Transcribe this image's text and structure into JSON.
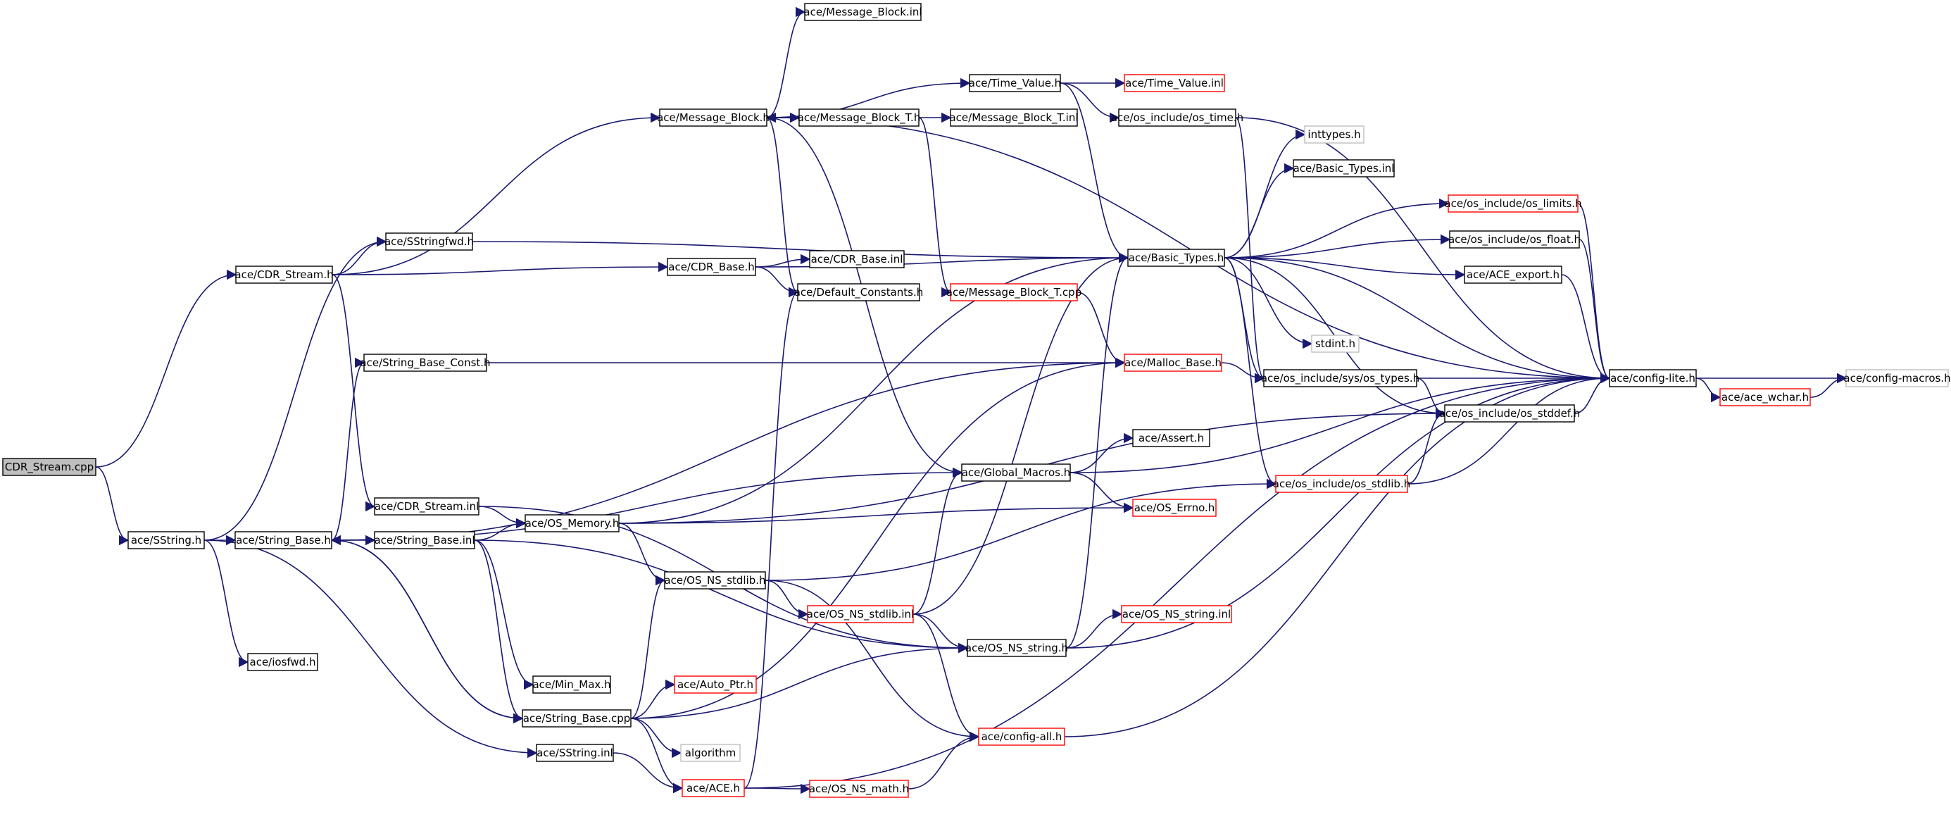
{
  "nodes": [
    {
      "id": "cdr_stream_cpp",
      "label": "CDR_Stream.cpp",
      "style": "root"
    },
    {
      "id": "sstring_h",
      "label": "ace/SString.h",
      "style": "normal"
    },
    {
      "id": "cdr_stream_h",
      "label": "ace/CDR_Stream.h",
      "style": "normal"
    },
    {
      "id": "sstringfwd_h",
      "label": "ace/SStringfwd.h",
      "style": "normal"
    },
    {
      "id": "message_block_inl",
      "label": "ace/Message_Block.inl",
      "style": "normal"
    },
    {
      "id": "message_block_h",
      "label": "ace/Message_Block.h",
      "style": "normal"
    },
    {
      "id": "message_block_t_h",
      "label": "ace/Message_Block_T.h",
      "style": "normal"
    },
    {
      "id": "message_block_t_inl",
      "label": "ace/Message_Block_T.inl",
      "style": "normal"
    },
    {
      "id": "time_value_h",
      "label": "ace/Time_Value.h",
      "style": "normal"
    },
    {
      "id": "time_value_inl",
      "label": "ace/Time_Value.inl",
      "style": "red"
    },
    {
      "id": "os_time_h",
      "label": "ace/os_include/os_time.h",
      "style": "normal"
    },
    {
      "id": "inttypes_h",
      "label": "inttypes.h",
      "style": "gray"
    },
    {
      "id": "basic_types_inl",
      "label": "ace/Basic_Types.inl",
      "style": "normal"
    },
    {
      "id": "os_limits_h",
      "label": "ace/os_include/os_limits.h",
      "style": "red"
    },
    {
      "id": "os_float_h",
      "label": "ace/os_include/os_float.h",
      "style": "normal"
    },
    {
      "id": "ace_export_h",
      "label": "ace/ACE_export.h",
      "style": "normal"
    },
    {
      "id": "basic_types_h",
      "label": "ace/Basic_Types.h",
      "style": "normal"
    },
    {
      "id": "cdr_base_h",
      "label": "ace/CDR_Base.h",
      "style": "normal"
    },
    {
      "id": "cdr_base_inl",
      "label": "ace/CDR_Base.inl",
      "style": "normal"
    },
    {
      "id": "default_constants_h",
      "label": "ace/Default_Constants.h",
      "style": "normal"
    },
    {
      "id": "message_block_t_cpp",
      "label": "ace/Message_Block_T.cpp",
      "style": "red"
    },
    {
      "id": "stdint_h",
      "label": "stdint.h",
      "style": "gray"
    },
    {
      "id": "string_base_const_h",
      "label": "ace/String_Base_Const.h",
      "style": "normal"
    },
    {
      "id": "malloc_base_h",
      "label": "ace/Malloc_Base.h",
      "style": "red"
    },
    {
      "id": "os_sys_types_h",
      "label": "ace/os_include/sys/os_types.h",
      "style": "normal"
    },
    {
      "id": "config_lite_h",
      "label": "ace/config-lite.h",
      "style": "normal"
    },
    {
      "id": "config_macros_h",
      "label": "ace/config-macros.h",
      "style": "gray"
    },
    {
      "id": "ace_wchar_h",
      "label": "ace/ace_wchar.h",
      "style": "red"
    },
    {
      "id": "os_stddef_h",
      "label": "ace/os_include/os_stddef.h",
      "style": "normal"
    },
    {
      "id": "assert_h",
      "label": "ace/Assert.h",
      "style": "normal"
    },
    {
      "id": "global_macros_h",
      "label": "ace/Global_Macros.h",
      "style": "normal"
    },
    {
      "id": "os_stdlib_h",
      "label": "ace/os_include/os_stdlib.h",
      "style": "red"
    },
    {
      "id": "os_errno_h",
      "label": "ace/OS_Errno.h",
      "style": "red"
    },
    {
      "id": "cdr_stream_inl",
      "label": "ace/CDR_Stream.inl",
      "style": "normal"
    },
    {
      "id": "string_base_h",
      "label": "ace/String_Base.h",
      "style": "normal"
    },
    {
      "id": "string_base_inl",
      "label": "ace/String_Base.inl",
      "style": "normal"
    },
    {
      "id": "os_memory_h",
      "label": "ace/OS_Memory.h",
      "style": "normal"
    },
    {
      "id": "os_ns_stdlib_h",
      "label": "ace/OS_NS_stdlib.h",
      "style": "normal"
    },
    {
      "id": "os_ns_stdlib_inl",
      "label": "ace/OS_NS_stdlib.inl",
      "style": "red"
    },
    {
      "id": "os_ns_string_inl",
      "label": "ace/OS_NS_string.inl",
      "style": "red"
    },
    {
      "id": "os_ns_string_h",
      "label": "ace/OS_NS_string.h",
      "style": "normal"
    },
    {
      "id": "iosfwd_h",
      "label": "ace/iosfwd.h",
      "style": "normal"
    },
    {
      "id": "min_max_h",
      "label": "ace/Min_Max.h",
      "style": "normal"
    },
    {
      "id": "auto_ptr_h",
      "label": "ace/Auto_Ptr.h",
      "style": "red"
    },
    {
      "id": "string_base_cpp",
      "label": "ace/String_Base.cpp",
      "style": "normal"
    },
    {
      "id": "algorithm",
      "label": "algorithm",
      "style": "gray"
    },
    {
      "id": "config_all_h",
      "label": "ace/config-all.h",
      "style": "red"
    },
    {
      "id": "sstring_inl",
      "label": "ace/SString.inl",
      "style": "normal"
    },
    {
      "id": "ace_h",
      "label": "ace/ACE.h",
      "style": "red"
    },
    {
      "id": "os_ns_math_h",
      "label": "ace/OS_NS_math.h",
      "style": "red"
    }
  ],
  "edges": [
    [
      "cdr_stream_cpp",
      "cdr_stream_h"
    ],
    [
      "cdr_stream_cpp",
      "sstring_h"
    ],
    [
      "cdr_stream_h",
      "message_block_h"
    ],
    [
      "cdr_stream_h",
      "sstringfwd_h"
    ],
    [
      "cdr_stream_h",
      "cdr_base_h"
    ],
    [
      "cdr_stream_h",
      "cdr_stream_inl"
    ],
    [
      "sstringfwd_h",
      "basic_types_h"
    ],
    [
      "message_block_h",
      "message_block_inl"
    ],
    [
      "message_block_h",
      "config_lite_h"
    ],
    [
      "message_block_h",
      "time_value_h"
    ],
    [
      "message_block_h",
      "message_block_t_h"
    ],
    [
      "message_block_h",
      "default_constants_h"
    ],
    [
      "message_block_h",
      "global_macros_h"
    ],
    [
      "message_block_t_h",
      "message_block_h"
    ],
    [
      "message_block_t_h",
      "message_block_t_inl"
    ],
    [
      "message_block_t_h",
      "message_block_t_cpp"
    ],
    [
      "time_value_h",
      "time_value_inl"
    ],
    [
      "time_value_h",
      "os_time_h"
    ],
    [
      "time_value_h",
      "basic_types_h"
    ],
    [
      "os_time_h",
      "config_lite_h"
    ],
    [
      "os_time_h",
      "os_sys_types_h"
    ],
    [
      "cdr_base_h",
      "cdr_base_inl"
    ],
    [
      "cdr_base_h",
      "default_constants_h"
    ],
    [
      "cdr_base_h",
      "basic_types_h"
    ],
    [
      "basic_types_h",
      "inttypes_h"
    ],
    [
      "basic_types_h",
      "basic_types_inl"
    ],
    [
      "basic_types_h",
      "os_limits_h"
    ],
    [
      "basic_types_h",
      "os_float_h"
    ],
    [
      "basic_types_h",
      "ace_export_h"
    ],
    [
      "basic_types_h",
      "config_lite_h"
    ],
    [
      "basic_types_h",
      "stdint_h"
    ],
    [
      "basic_types_h",
      "os_sys_types_h"
    ],
    [
      "basic_types_h",
      "os_stddef_h"
    ],
    [
      "basic_types_h",
      "os_stdlib_h"
    ],
    [
      "os_limits_h",
      "config_lite_h"
    ],
    [
      "os_float_h",
      "config_lite_h"
    ],
    [
      "ace_export_h",
      "config_lite_h"
    ],
    [
      "message_block_t_cpp",
      "malloc_base_h"
    ],
    [
      "string_base_const_h",
      "malloc_base_h"
    ],
    [
      "malloc_base_h",
      "os_sys_types_h"
    ],
    [
      "os_sys_types_h",
      "config_lite_h"
    ],
    [
      "os_sys_types_h",
      "os_stddef_h"
    ],
    [
      "os_stddef_h",
      "config_lite_h"
    ],
    [
      "config_lite_h",
      "config_macros_h"
    ],
    [
      "config_lite_h",
      "ace_wchar_h"
    ],
    [
      "ace_wchar_h",
      "config_macros_h"
    ],
    [
      "global_macros_h",
      "assert_h"
    ],
    [
      "global_macros_h",
      "os_errno_h"
    ],
    [
      "global_macros_h",
      "config_lite_h"
    ],
    [
      "os_stdlib_h",
      "os_stddef_h"
    ],
    [
      "os_stdlib_h",
      "config_lite_h"
    ],
    [
      "sstring_h",
      "sstringfwd_h"
    ],
    [
      "sstring_h",
      "string_base_h"
    ],
    [
      "sstring_h",
      "iosfwd_h"
    ],
    [
      "sstring_h",
      "sstring_inl"
    ],
    [
      "string_base_h",
      "string_base_const_h"
    ],
    [
      "string_base_h",
      "malloc_base_h"
    ],
    [
      "string_base_h",
      "global_macros_h"
    ],
    [
      "string_base_h",
      "string_base_inl"
    ],
    [
      "string_base_h",
      "string_base_cpp"
    ],
    [
      "cdr_stream_inl",
      "os_memory_h"
    ],
    [
      "cdr_stream_inl",
      "os_ns_string_h"
    ],
    [
      "string_base_inl",
      "os_memory_h"
    ],
    [
      "string_base_inl",
      "min_max_h"
    ],
    [
      "string_base_inl",
      "os_ns_string_h"
    ],
    [
      "string_base_inl",
      "string_base_cpp"
    ],
    [
      "os_memory_h",
      "os_errno_h"
    ],
    [
      "os_memory_h",
      "basic_types_h"
    ],
    [
      "os_memory_h",
      "os_ns_stdlib_h"
    ],
    [
      "os_memory_h",
      "os_stddef_h"
    ],
    [
      "os_ns_stdlib_h",
      "os_ns_stdlib_inl"
    ],
    [
      "os_ns_stdlib_h",
      "os_stdlib_h"
    ],
    [
      "os_ns_stdlib_h",
      "config_all_h"
    ],
    [
      "os_ns_stdlib_inl",
      "basic_types_h"
    ],
    [
      "os_ns_stdlib_inl",
      "global_macros_h"
    ],
    [
      "os_ns_stdlib_inl",
      "os_ns_string_h"
    ],
    [
      "os_ns_stdlib_inl",
      "config_all_h"
    ],
    [
      "os_ns_string_h",
      "os_ns_string_inl"
    ],
    [
      "os_ns_string_h",
      "basic_types_h"
    ],
    [
      "os_ns_string_h",
      "config_lite_h"
    ],
    [
      "string_base_cpp",
      "string_base_h"
    ],
    [
      "string_base_cpp",
      "malloc_base_h"
    ],
    [
      "string_base_cpp",
      "auto_ptr_h"
    ],
    [
      "string_base_cpp",
      "os_ns_stdlib_h"
    ],
    [
      "string_base_cpp",
      "os_ns_string_h"
    ],
    [
      "string_base_cpp",
      "algorithm"
    ],
    [
      "string_base_cpp",
      "ace_h"
    ],
    [
      "sstring_inl",
      "ace_h"
    ],
    [
      "ace_h",
      "default_constants_h"
    ],
    [
      "ace_h",
      "os_ns_math_h"
    ],
    [
      "ace_h",
      "config_lite_h"
    ],
    [
      "os_ns_math_h",
      "config_all_h"
    ],
    [
      "config_all_h",
      "config_lite_h"
    ]
  ]
}
